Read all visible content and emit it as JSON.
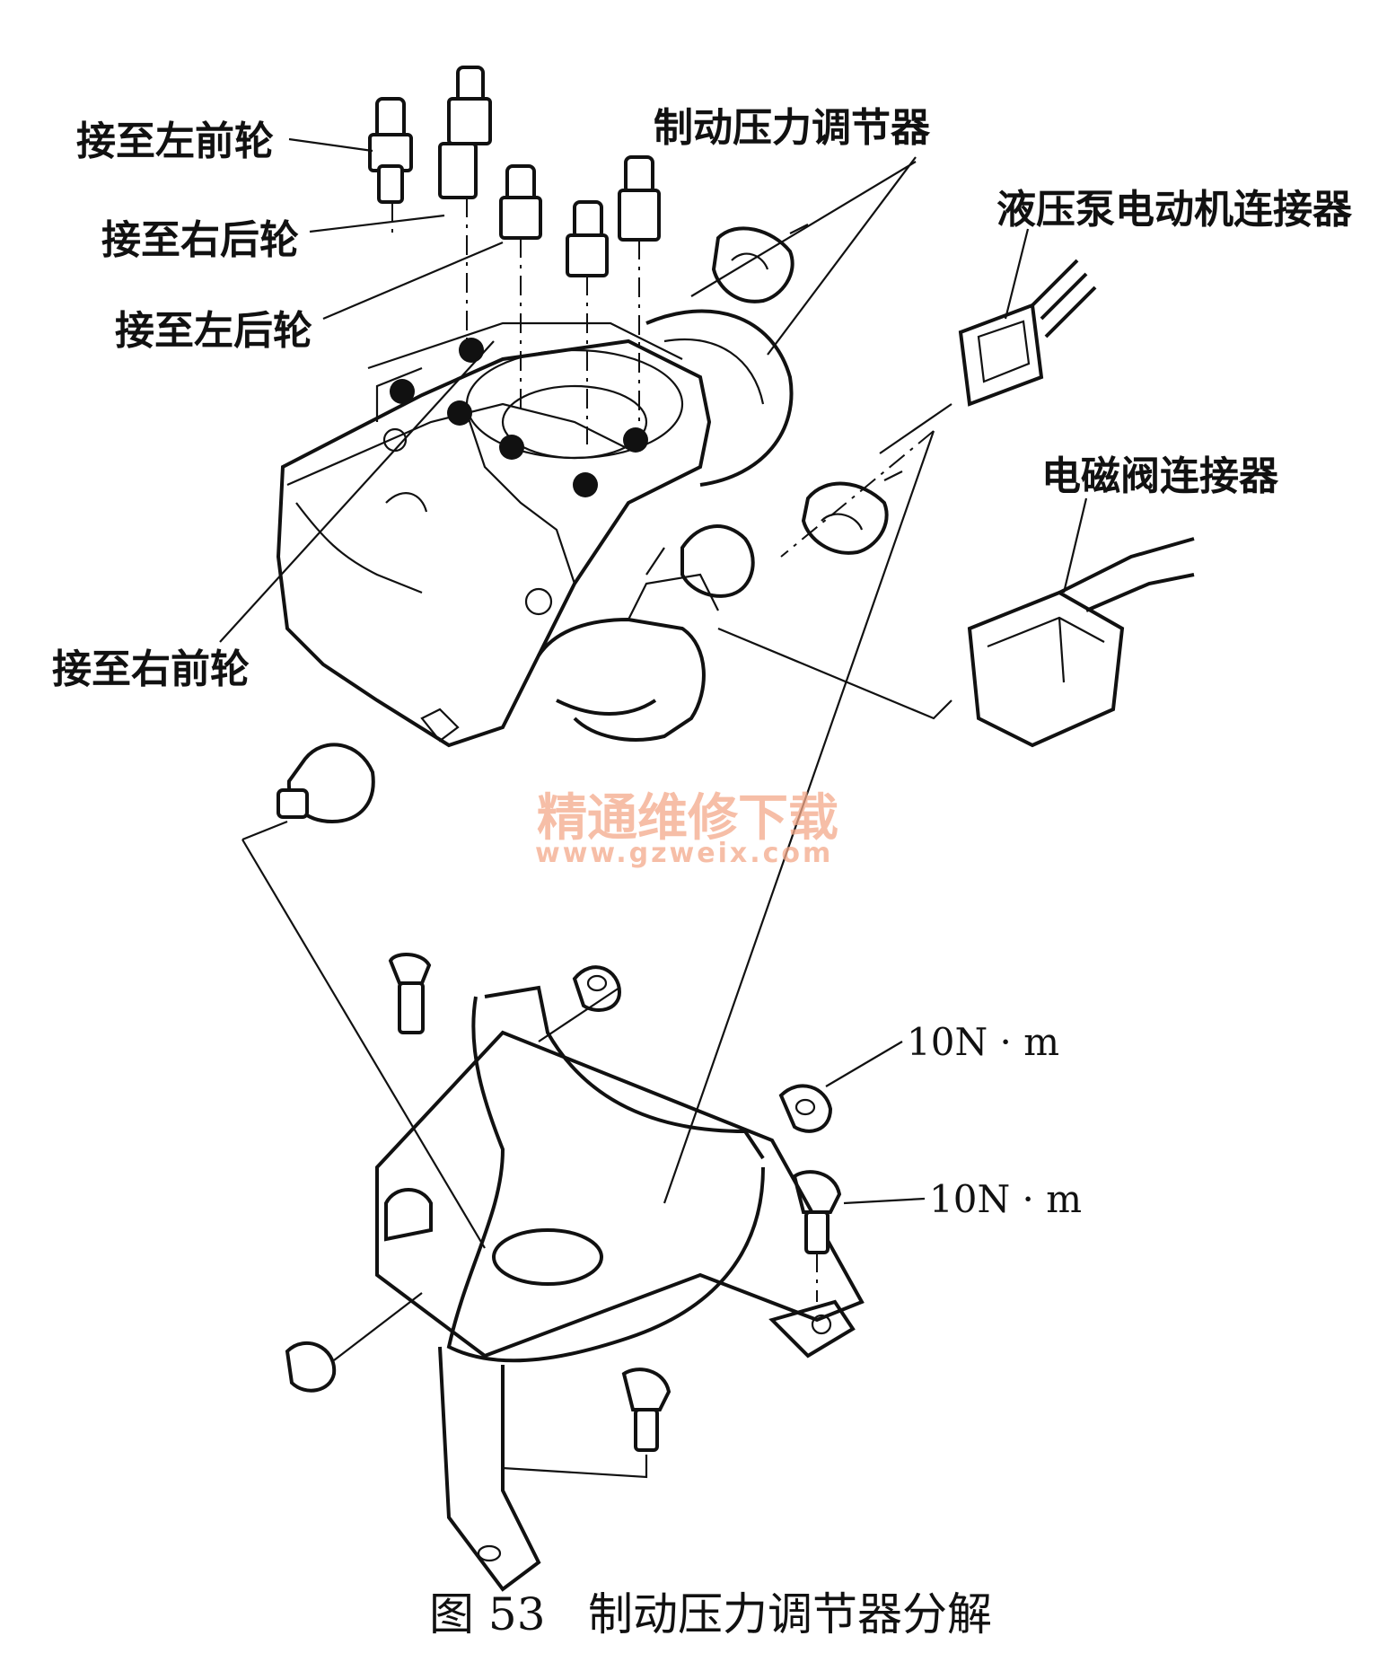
{
  "labels": {
    "left_front": "接至左前轮",
    "right_rear": "接至右后轮",
    "left_rear": "接至左后轮",
    "right_front": "接至右前轮",
    "regulator": "制动压力调节器",
    "pump_connector": "液压泵电动机连接器",
    "valve_connector": "电磁阀连接器",
    "torque_nut": "10N · m",
    "torque_bolt": "10N · m"
  },
  "watermark": {
    "title": "精通维修下载",
    "url": "www.gzweix.com"
  },
  "caption": {
    "figure_no": "图 53",
    "title": "制动压力调节器分解"
  }
}
